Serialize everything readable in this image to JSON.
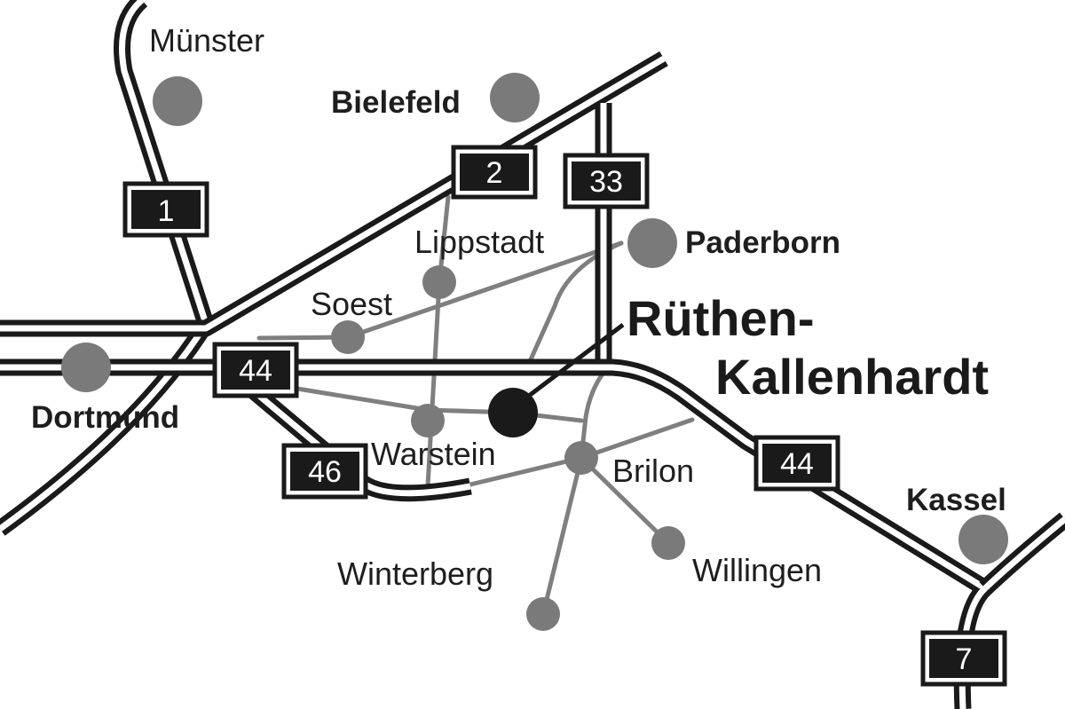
{
  "colors": {
    "motorway": "#1a1a1a",
    "local_road": "#7f7f7f",
    "city_dot": "#7a7a7a",
    "destination_dot": "#1a1a1a",
    "shield_fill": "#1a1a1a",
    "background": "#ffffff"
  },
  "destination": {
    "line1": "Rüthen-",
    "line2": "Kallenhardt"
  },
  "cities": {
    "muenster": "Münster",
    "bielefeld": "Bielefeld",
    "paderborn": "Paderborn",
    "lippstadt": "Lippstadt",
    "soest": "Soest",
    "dortmund": "Dortmund",
    "warstein": "Warstein",
    "brilon": "Brilon",
    "winterberg": "Winterberg",
    "willingen": "Willingen",
    "kassel": "Kassel"
  },
  "motorways": {
    "a1": "1",
    "a2": "2",
    "a33": "33",
    "a44_west": "44",
    "a44_east": "44",
    "a46": "46",
    "a7": "7"
  }
}
